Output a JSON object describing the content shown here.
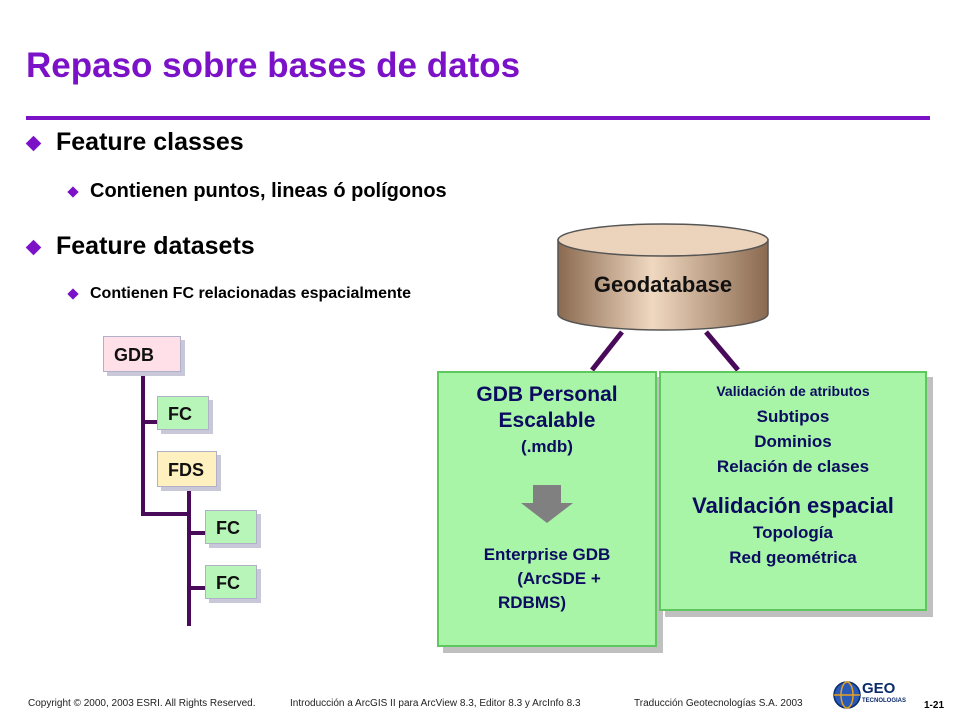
{
  "title": "Repaso sobre bases de datos",
  "bullets": {
    "b1": "Feature classes",
    "b1_sub": "Contienen puntos, lineas ó polígonos",
    "b2": "Feature datasets",
    "b2_sub": "Contienen FC relacionadas espacialmente"
  },
  "tree": {
    "gdb": "GDB",
    "fc1": "FC",
    "fds": "FDS",
    "fc2": "FC",
    "fc3": "FC"
  },
  "geodatabase": "Geodatabase",
  "left_box": {
    "line1": "GDB Personal",
    "line2": "Escalable",
    "line3": "(.mdb)",
    "line4": "Enterprise GDB",
    "line5": "(ArcSDE +",
    "line6": "RDBMS)"
  },
  "right_box": {
    "line1": "Validación de atributos",
    "line2": "Subtipos",
    "line3": "Dominios",
    "line4": "Relación de clases",
    "line5": "Validación espacial",
    "line6": "Topología",
    "line7": "Red geométrica"
  },
  "footer": {
    "copyright": "Copyright © 2000, 2003 ESRI.  All Rights Reserved.",
    "course": "Introducción a ArcGIS II para ArcView 8.3, Editor 8.3 y ArcInfo 8.3",
    "translation": "Traducción Geotecnologías S.A.  2003",
    "logo_text": "GEO",
    "logo_sub": "TECNOLOGIAS",
    "page": "1-21"
  },
  "colors": {
    "accent": "#7b12c8",
    "green_box": "#a8f5a8",
    "cylinder": "#c8a880"
  }
}
